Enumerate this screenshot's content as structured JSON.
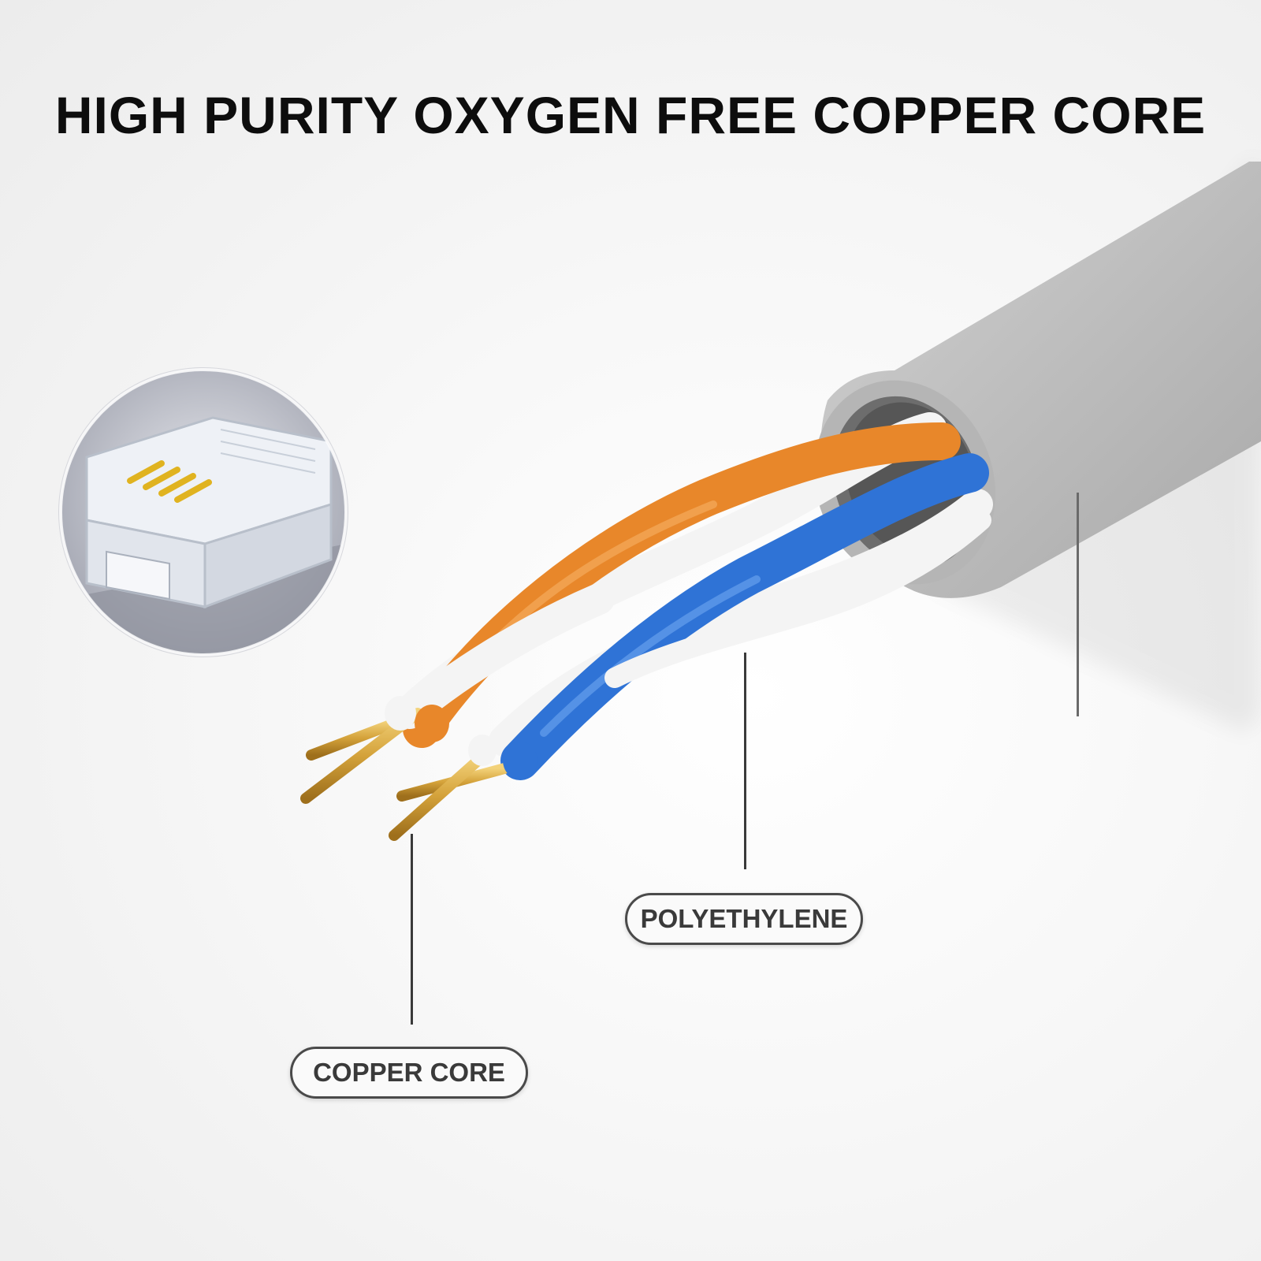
{
  "headline": "HIGH PURITY OXYGEN FREE COPPER CORE",
  "callouts": {
    "polyethylene": "POLYETHYLENE",
    "copper_core": "COPPER CORE"
  },
  "colors": {
    "jacket": "#bcbcbc",
    "orange_wire": "#e8872a",
    "blue_wire": "#2f73d6",
    "white_wire": "#f4f4f4",
    "copper": "#d4a23a"
  }
}
